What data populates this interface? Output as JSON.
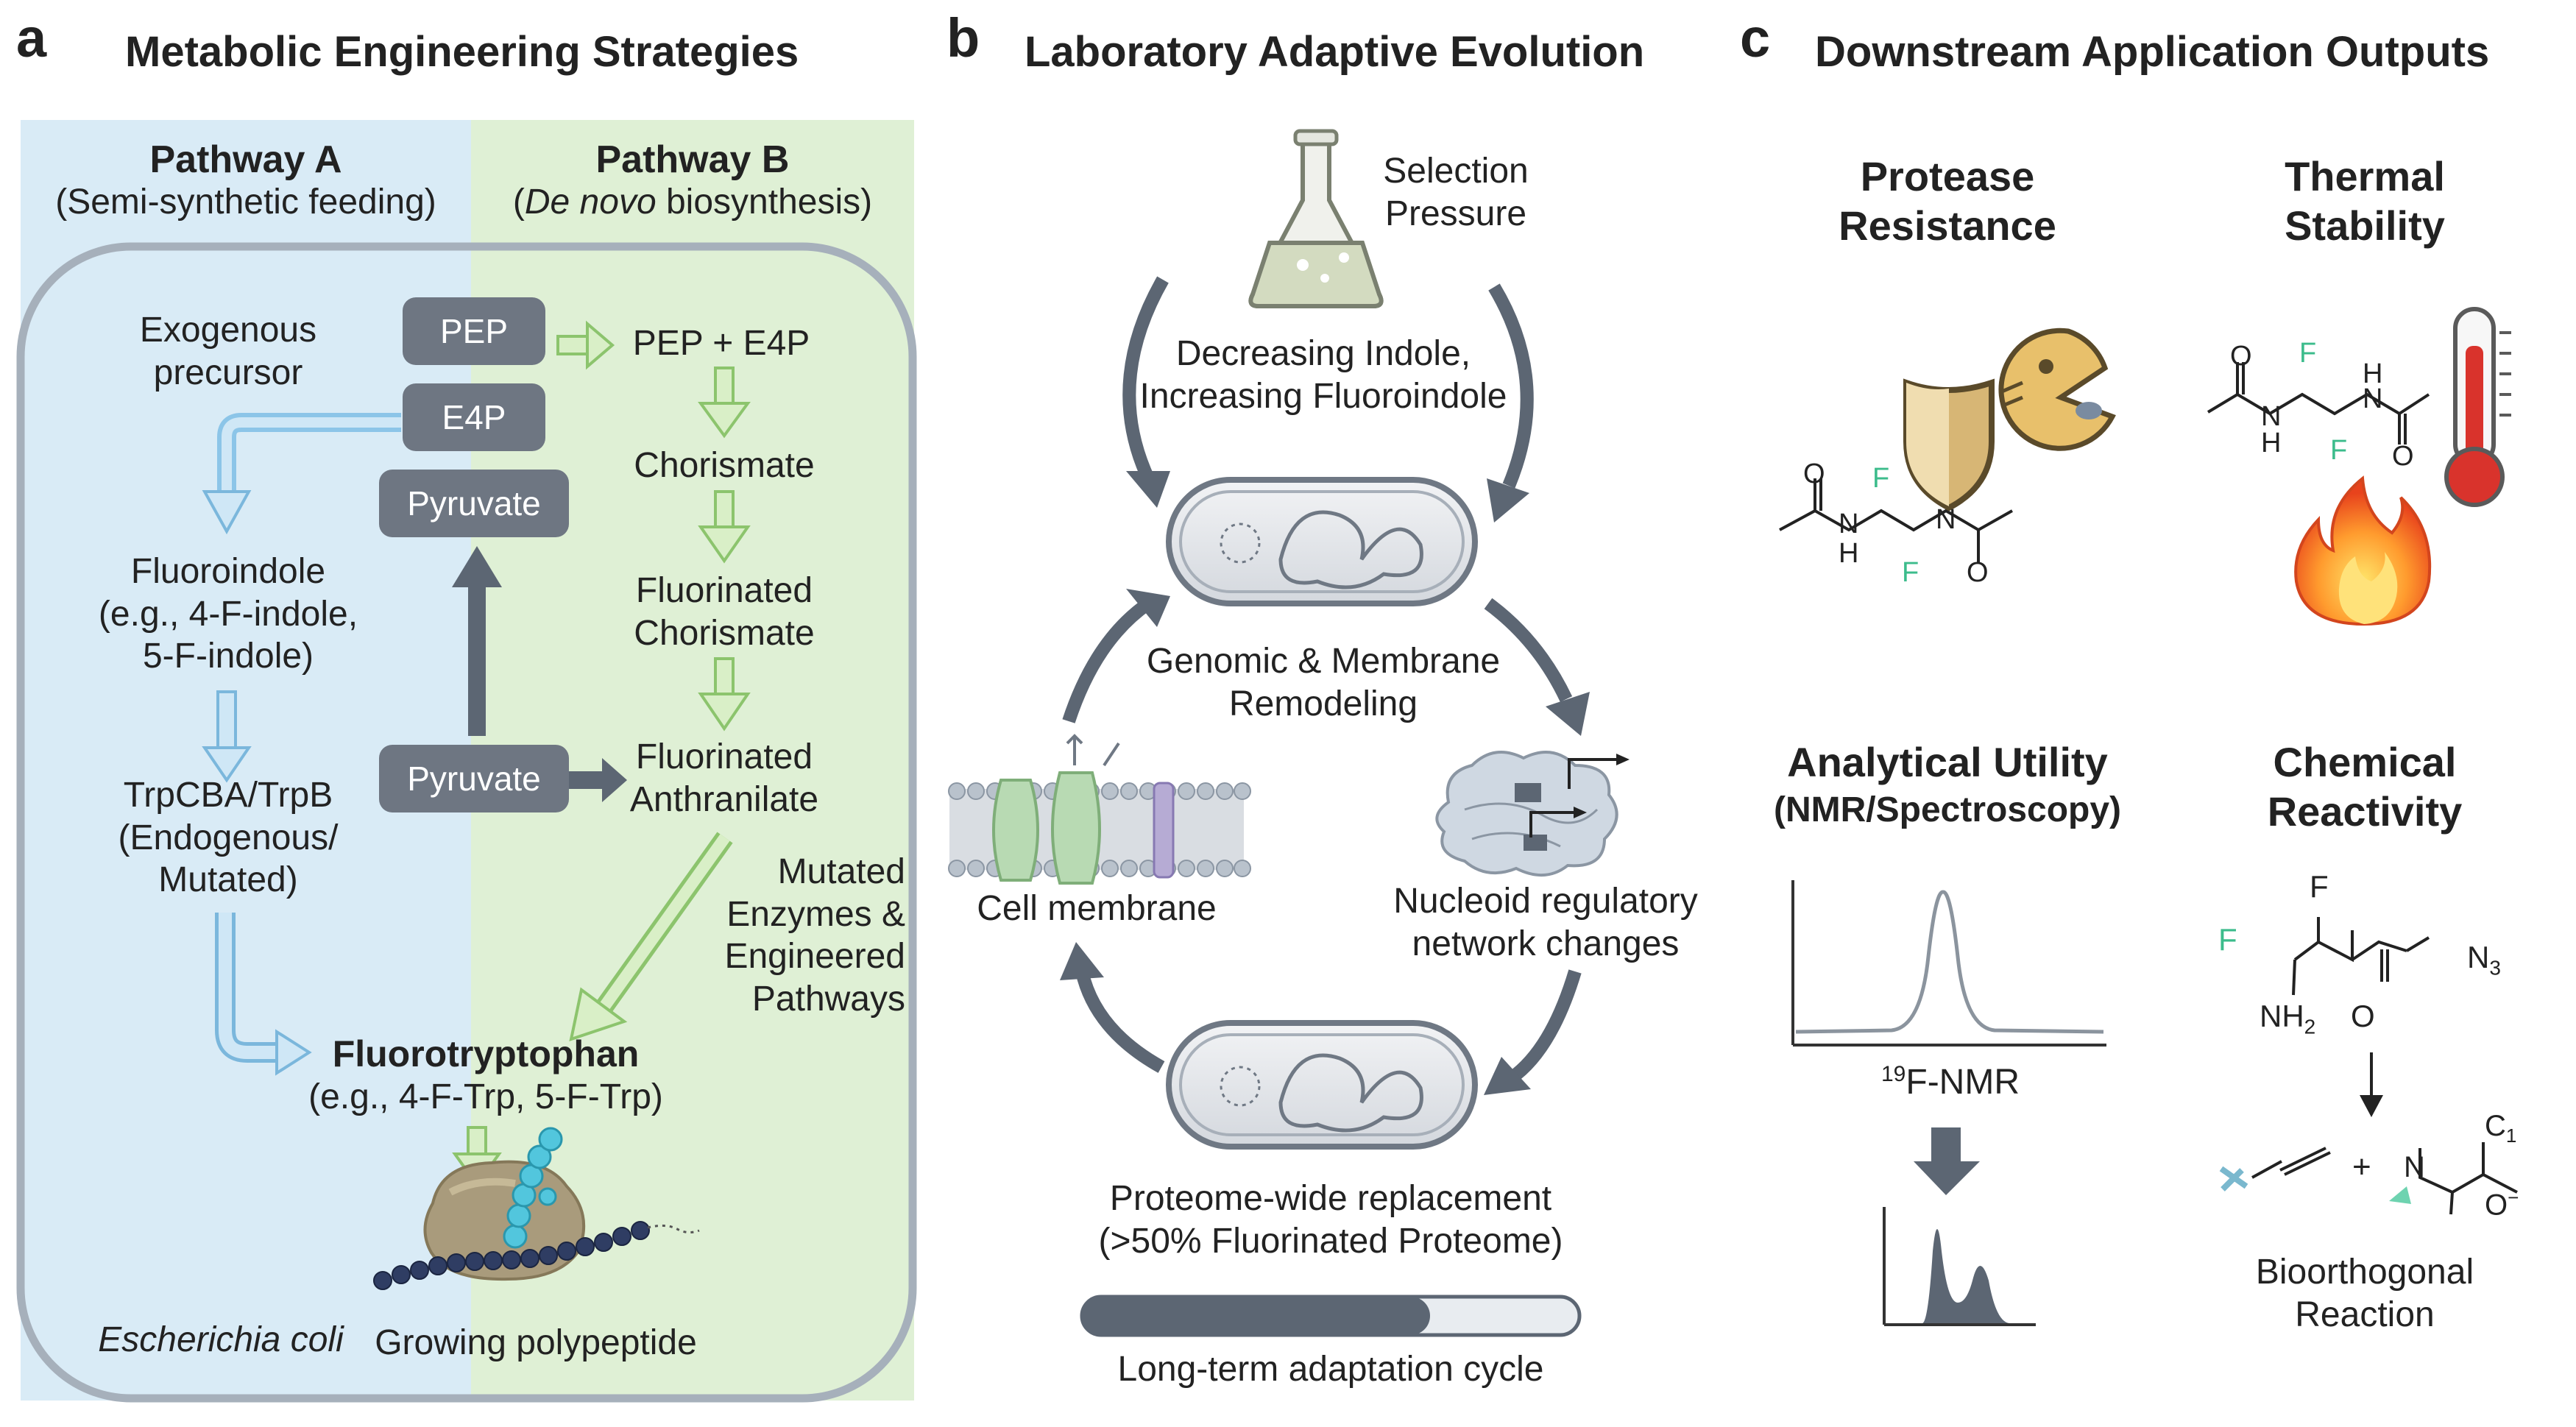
{
  "panel_a": {
    "letter": "a",
    "title": "Metabolic Engineering Strategies",
    "pathway_a": {
      "name": "Pathway A",
      "sub": "(Semi-synthetic feeding)"
    },
    "pathway_b": {
      "name": "Pathway B",
      "sub_pre": "(",
      "sub_italic": "De novo",
      "sub_post": " biosynthesis)"
    },
    "exogenous": [
      "Exogenous",
      "precursor"
    ],
    "chips": {
      "pep": "PEP",
      "e4p": "E4P",
      "pyruvate_top": "Pyruvate",
      "pyruvate_bottom": "Pyruvate"
    },
    "pep_e4p": "PEP + E4P",
    "chorismate": "Chorismate",
    "fluorinated_chorismate": [
      "Fluorinated",
      "Chorismate"
    ],
    "fluorinated_anthranilate": [
      "Fluorinated",
      "Anthranilate"
    ],
    "mutated_enzymes": [
      "Mutated",
      "Enzymes &",
      "Engineered",
      "Pathways"
    ],
    "fluoroindole": [
      "Fluoroindole",
      "(e.g., 4-F-indole,",
      "5-F-indole)"
    ],
    "trp_synthase": [
      "TrpCBA/TrpB",
      "(Endogenous/",
      "Mutated)"
    ],
    "fluorotryptophan": "Fluorotryptophan",
    "fluorotryptophan_eg": "(e.g., 4-F-Trp, 5-F-Trp)",
    "organism": "Escherichia coli",
    "growing": "Growing polypeptide"
  },
  "panel_b": {
    "letter": "b",
    "title": "Laboratory Adaptive Evolution",
    "selection": [
      "Selection",
      "Pressure"
    ],
    "decreasing": [
      "Decreasing Indole,",
      "Increasing Fluoroindole"
    ],
    "genomic": [
      "Genomic & Membrane",
      "Remodeling"
    ],
    "cell_membrane": "Cell membrane",
    "nucleoid": [
      "Nucleoid regulatory",
      "network changes"
    ],
    "proteome": [
      "Proteome-wide replacement",
      "(>50% Fluorinated Proteome)"
    ],
    "cycle": "Long-term adaptation cycle",
    "cycle_progress": 0.7
  },
  "panel_c": {
    "letter": "c",
    "title": "Downstream Application Outputs",
    "cards": {
      "protease": [
        "Protease",
        "Resistance"
      ],
      "thermal": [
        "Thermal",
        "Stability"
      ],
      "analytical": {
        "title": "Analytical Utility",
        "sub": "(NMR/Spectroscopy)"
      },
      "chemical": [
        "Chemical",
        "Reactivity"
      ]
    },
    "nmr_sup": "19",
    "nmr_label": "F-NMR",
    "bioorthogonal": [
      "Bioorthogonal",
      "Reaction"
    ],
    "chem": {
      "O": "O",
      "N": "N",
      "H": "H",
      "F": "F",
      "NH2": "NH",
      "two": "2",
      "N3": "N",
      "three": "3",
      "C": "C",
      "one": "1",
      "Ominus": "O",
      "minus": "−",
      "plus": "+"
    }
  },
  "colors": {
    "pathway_a_bg": "#d9ebf6",
    "pathway_b_bg": "#dff0d5",
    "blue_arrow": "#a9d3ec",
    "green_arrow": "#c5e6ad",
    "slate": "#5c6673",
    "card_bg": "#f7ecd5",
    "card_head": "#e9d3a1",
    "fluorine": "#5fcfa5"
  }
}
